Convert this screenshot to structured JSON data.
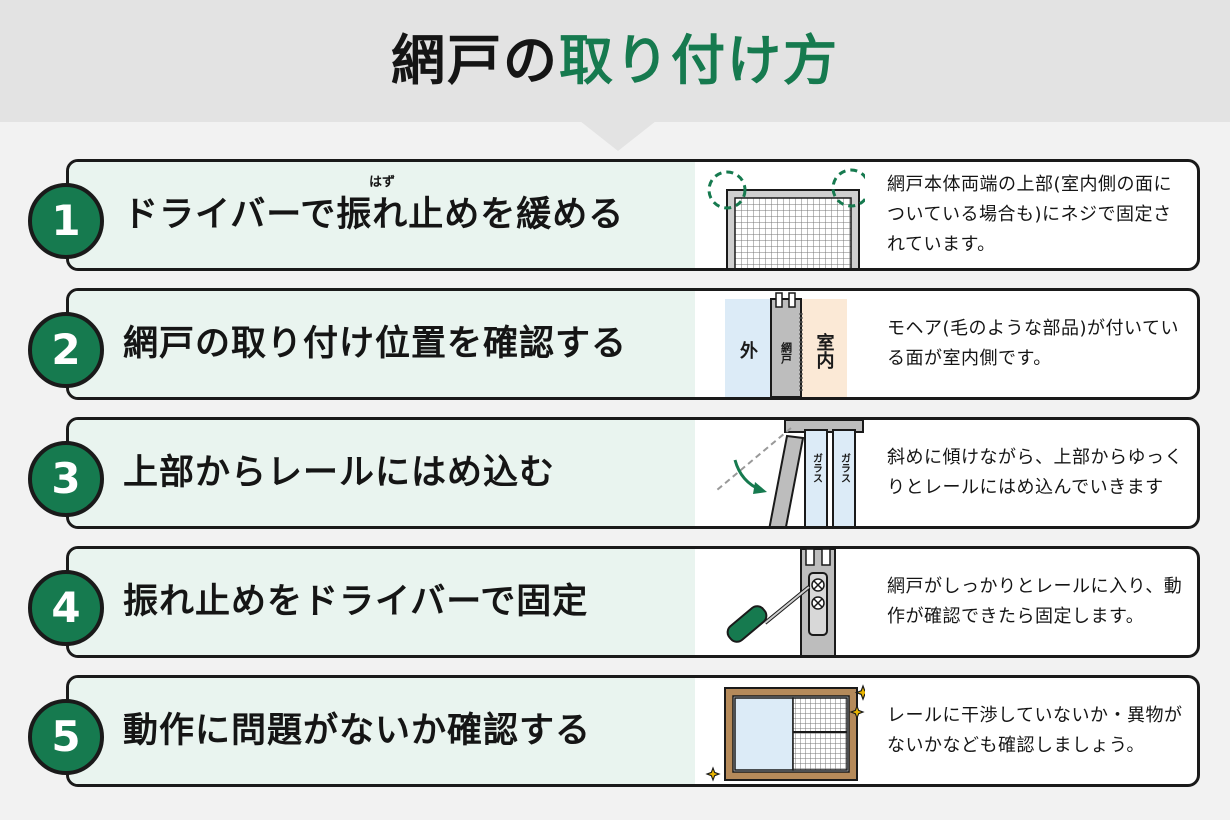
{
  "title": {
    "prefix": "網戸の",
    "accent": "取り付け方"
  },
  "colors": {
    "accent": "#167a4f",
    "panel": "#e9f4ef",
    "header_bg": "#e3e3e3"
  },
  "steps": [
    {
      "number": "1",
      "label": "ドライバーで振れ止めを緩める",
      "ruby": "はず",
      "description": "網戸本体両端の上部(室内側の面についている場合も)にネジで固定されています。",
      "illustration": "screen-frame-icon"
    },
    {
      "number": "2",
      "label": "網戸の取り付け位置を確認する",
      "description": "モヘア(毛のような部品)が付いている面が室内側です。",
      "illustration": "rail-cross-section-icon",
      "labels": {
        "outside": "外",
        "screen": "網戸",
        "inside": "室内"
      }
    },
    {
      "number": "3",
      "label": "上部からレールにはめ込む",
      "description": "斜めに傾けながら、上部からゆっくりとレールにはめ込んでいきます",
      "illustration": "insert-rail-icon",
      "labels": {
        "glass1": "ガラス",
        "glass2": "ガラス"
      }
    },
    {
      "number": "4",
      "label": "振れ止めをドライバーで固定",
      "description": "網戸がしっかりとレールに入り、動作が確認できたら固定します。",
      "illustration": "screwdriver-icon"
    },
    {
      "number": "5",
      "label": "動作に問題がないか確認する",
      "description": "レールに干渉していないか・異物がないかなども確認しましょう。",
      "illustration": "window-sparkle-icon"
    }
  ]
}
